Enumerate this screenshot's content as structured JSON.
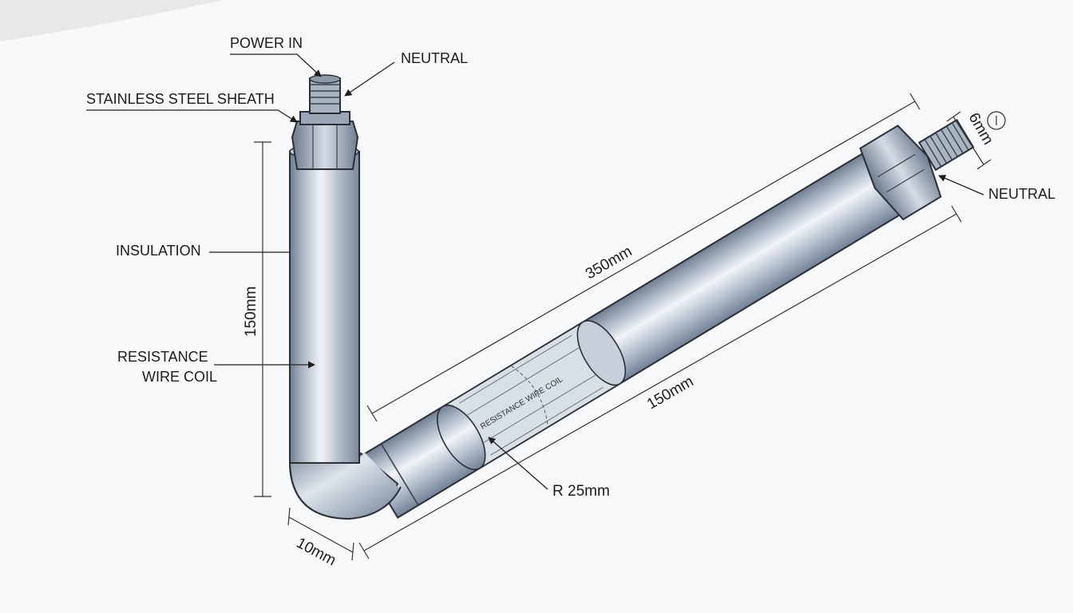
{
  "labels": {
    "power_in": "POWER IN",
    "neutral_top": "NEUTRAL",
    "sheath": "STAINLESS STEEL SHEATH",
    "insulation": "INSULATION",
    "resistance_line1": "RESISTANCE",
    "resistance_line2": "WIRE COIL",
    "neutral_right": "NEUTRAL",
    "coil_text": "RESISTANCE WIRE COIL"
  },
  "dimensions": {
    "vertical_length": "150mm",
    "diagonal_upper": "350mm",
    "diagonal_lower": "150mm",
    "thread": "6mm",
    "bend_radius": "R 25mm",
    "diameter": "10mm"
  },
  "colors": {
    "steel_dark": "#7f8ea1",
    "steel_mid": "#b6c2d0",
    "steel_light": "#eef2f6",
    "ink": "#222222"
  }
}
